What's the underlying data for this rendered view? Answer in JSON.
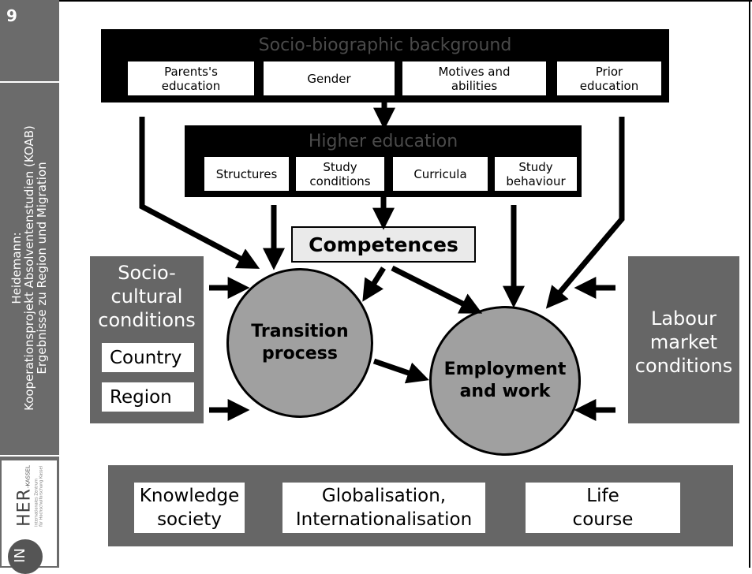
{
  "slide": {
    "number": "9",
    "sidebar_text_line1": "Heidemann:",
    "sidebar_text_line2": "Kooperationsprojekt Absolventenstudien (KOAB)",
    "sidebar_text_line3": "Ergebnisse zu Region und  Migration",
    "logo_text": "HER",
    "logo_suffix": "-KASSEL",
    "logo_sub1": "Internationales Zentrum",
    "logo_sub2": "für Hochschulforschung Kassel",
    "logo_circle_text": "IN"
  },
  "socio_background": {
    "title": "Socio-biographic background",
    "items": [
      "Parents's\neducation",
      "Gender",
      "Motives and\nabilities",
      "Prior\neducation"
    ]
  },
  "higher_education": {
    "title": "Higher education",
    "items": [
      "Structures",
      "Study\nconditions",
      "Curricula",
      "Study\nbehaviour"
    ]
  },
  "competences": "Competences",
  "transition": "Transition\nprocess",
  "employment": "Employment\nand work",
  "socio_cultural": {
    "title": "Socio-\ncultural\nconditions",
    "country": "Country",
    "region": "Region"
  },
  "labour_market": "Labour\nmarket\nconditions",
  "bottom": {
    "items": [
      "Knowledge\nsociety",
      "Globalisation,\nInternationalisation",
      "Life\ncourse"
    ]
  }
}
